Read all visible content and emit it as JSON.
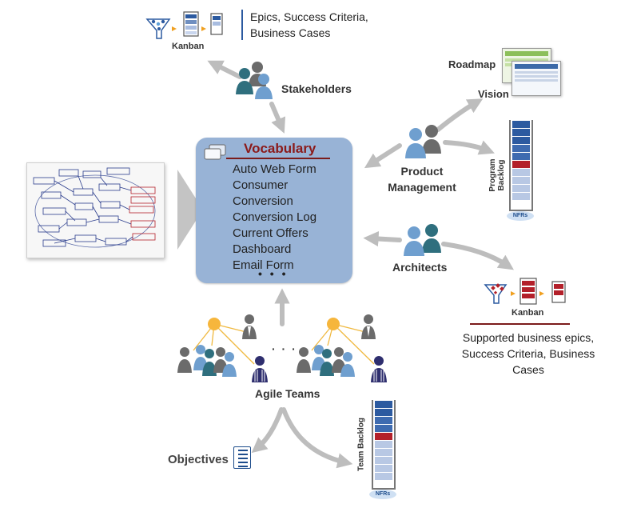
{
  "vocabulary": {
    "title": "Vocabulary",
    "items": [
      "Auto Web Form",
      "Consumer",
      "Conversion",
      "Conversion Log",
      "Current Offers",
      "Dashboard",
      "Email Form"
    ],
    "ellipsis": "• • •"
  },
  "labels": {
    "kanban_top": "Kanban",
    "epics_line1": "Epics, Success Criteria,",
    "epics_line2": "Business Cases",
    "stakeholders": "Stakeholders",
    "roadmap": "Roadmap",
    "vision": "Vision",
    "product_management_1": "Product",
    "product_management_2": "Management",
    "program_backlog": "Program Backlog",
    "nfrs_program": "NFRs",
    "architects": "Architects",
    "kanban_right": "Kanban",
    "supported_1": "Supported business epics,",
    "supported_2": "Success Criteria, Business",
    "supported_3": "Cases",
    "agile_teams": "Agile Teams",
    "teams_ellipsis": "· · ·",
    "objectives": "Objectives",
    "team_backlog": "Team Backlog",
    "nfrs_team": "NFRs"
  },
  "colors": {
    "vocab_fill": "#98b3d6",
    "vocab_title": "#8b1a1a",
    "arrow_gray": "#bdbdbd",
    "backlog_blue": "#2c5aa0",
    "backlog_light": "#b8c8e4",
    "backlog_red": "#b3202a",
    "person_teal": "#2f6f7e",
    "person_blue": "#6f9fcf",
    "person_gray": "#6b6b6b",
    "node_orange": "#f6b63c"
  },
  "icons": [
    "funnel-icon",
    "kanban-board-icon",
    "people-icon",
    "document-list-icon",
    "roadmap-doc-icon",
    "backlog-icon",
    "whiteboard-image"
  ]
}
